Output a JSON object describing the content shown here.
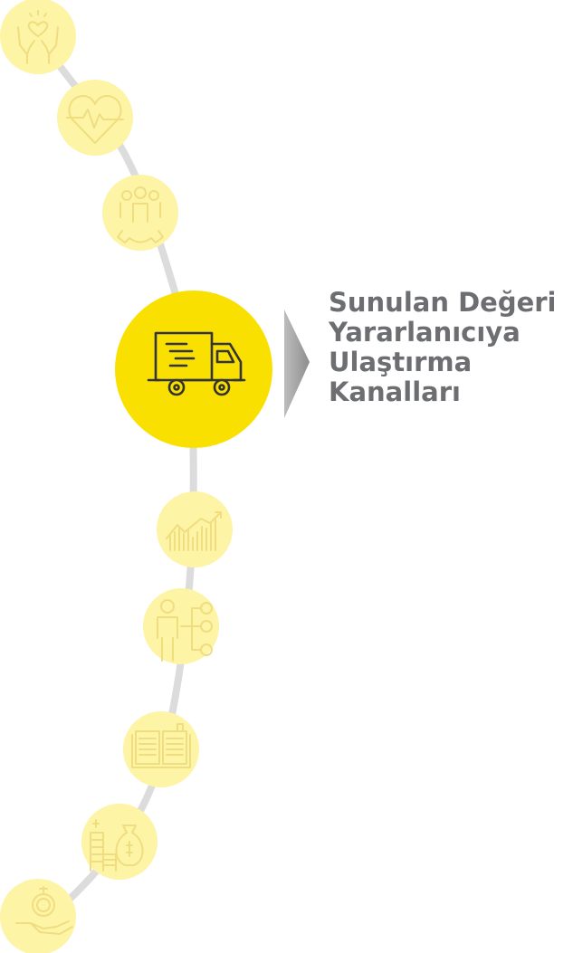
{
  "title_lines": [
    "Sunulan Değeri",
    "Yararlanıcıya",
    "Ulaştırma",
    "Kanalları"
  ],
  "colors": {
    "active_circle": "#f9e000",
    "faded_circle": "#fdf4a6",
    "faded_icon": "#f0dd80",
    "active_icon": "#333333",
    "path_line": "#dcdcdc",
    "caption_text": "#6d6e71",
    "arrow": "#9a9a9a"
  },
  "steps": [
    {
      "icon": "hands-heart-icon",
      "active": false
    },
    {
      "icon": "heartbeat-icon",
      "active": false
    },
    {
      "icon": "team-gear-icon",
      "active": false
    },
    {
      "icon": "delivery-truck-icon",
      "active": true
    },
    {
      "icon": "growth-chart-icon",
      "active": false
    },
    {
      "icon": "person-network-icon",
      "active": false
    },
    {
      "icon": "open-book-icon",
      "active": false
    },
    {
      "icon": "money-bag-coins-icon",
      "active": false
    },
    {
      "icon": "hand-coin-icon",
      "active": false
    }
  ]
}
